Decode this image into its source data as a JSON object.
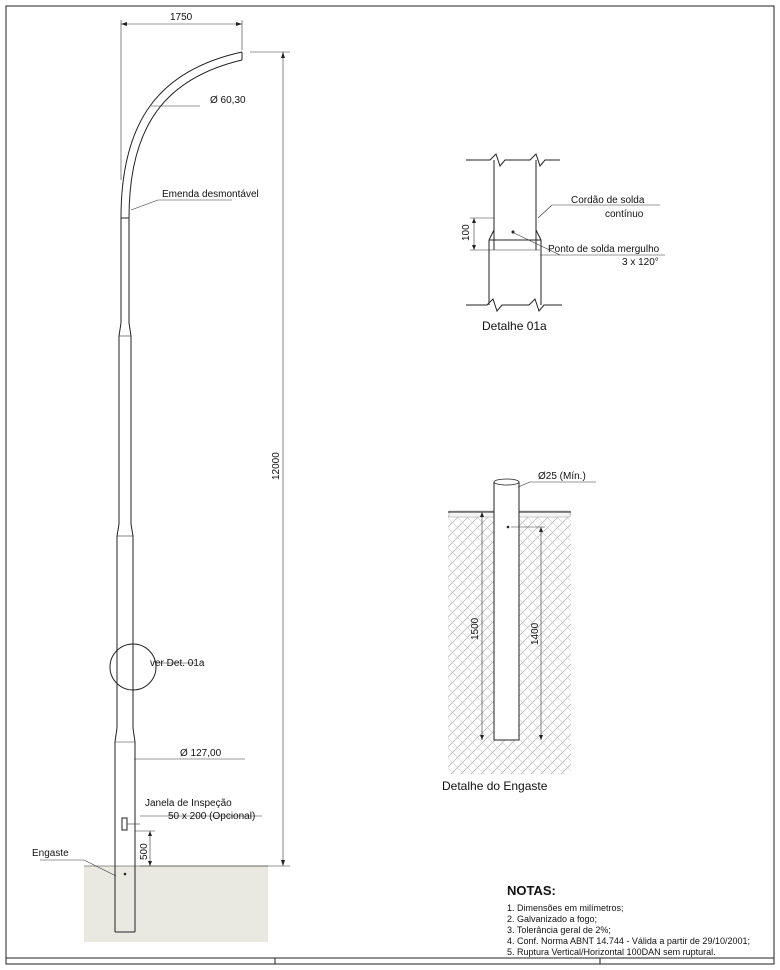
{
  "pole": {
    "dim_top_width": "1750",
    "dim_top_diameter": "Ø 60,30",
    "label_splice": "Emenda desmontável",
    "dim_height": "12000",
    "label_detail_ref": "ver Det. 01a",
    "dim_base_diameter": "Ø 127,00",
    "label_window": "Janela de Inspeção",
    "label_window_size": "50 x 200  (Opcional)",
    "dim_window_height": "500",
    "label_embed": "Engaste"
  },
  "detail_01a": {
    "label_weld_bead": "Cordão de solda",
    "label_weld_bead_2": "contínuo",
    "dim_overlap": "100",
    "label_plug_weld": "Ponto de solda mergulho",
    "label_plug_weld_qty": "3 x 120°",
    "caption": "Detalhe 01a"
  },
  "detail_embed": {
    "dim_diameter": "Ø25 (Mín.)",
    "dim_hole_depth": "1500",
    "dim_embed_depth": "1400",
    "caption": "Detalhe do Engaste"
  },
  "notes": {
    "title": "NOTAS:",
    "items": [
      "1. Dimensões em milímetros;",
      "2. Galvanizado a fogo;",
      "3. Tolerância geral de 2%;",
      "4. Conf. Norma ABNT 14.744 - Válida a partir de 29/10/2001;",
      "5. Ruptura Vertical/Horizontal 100DAN sem ruptural."
    ]
  },
  "colors": {
    "line": "#222222",
    "ground_fill": "#e9e9e2",
    "hatch": "#b5b5b5"
  }
}
